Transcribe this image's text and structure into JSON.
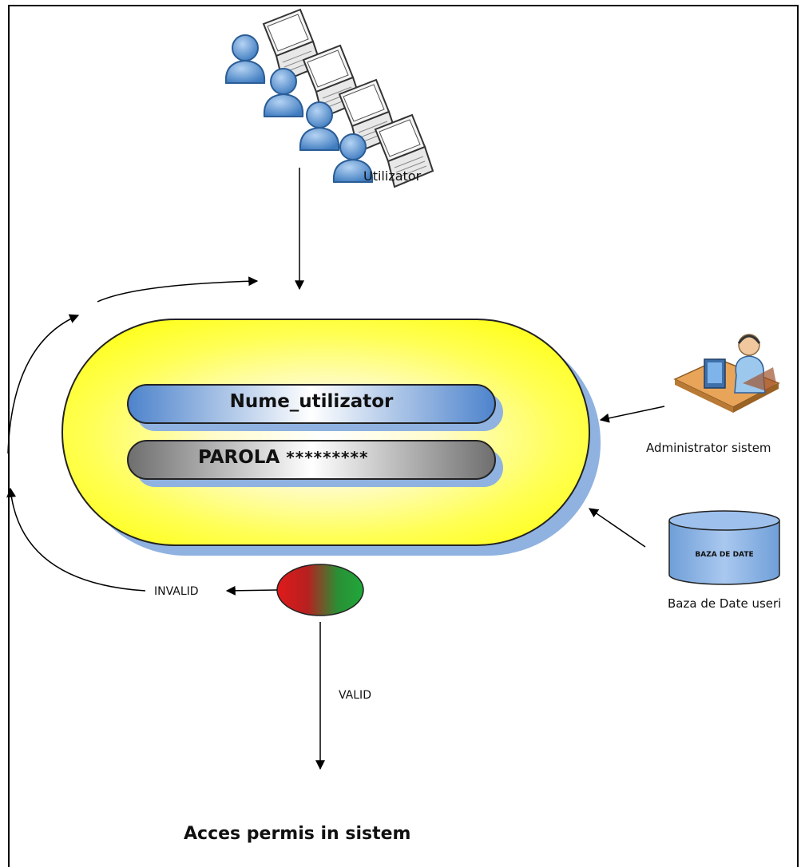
{
  "title": "Acces permis in sistem",
  "actors": {
    "users": "Utilizator",
    "admin": "Administrator sistem",
    "database": "Baza de Date useri"
  },
  "login_form": {
    "username_label": "Nume_utilizator",
    "password_label": "PAROLA",
    "password_mask": "*********"
  },
  "database_label": "BAZA DE DATE",
  "outcomes": {
    "invalid": "INVALID",
    "valid": "VALID"
  },
  "colors": {
    "capsule_yellow": "#ffff33",
    "capsule_shadow": "#8fb2e0",
    "username_bar": "#5b8fd0",
    "password_bar": "#7a7a7a",
    "decision_red": "#d42020",
    "decision_green": "#1f9a3a",
    "person_blue": "#4f8fd0",
    "database_blue": "#8ab4e6"
  },
  "icons": [
    "users-at-laptops-icon",
    "admin-at-desk-icon",
    "database-cylinder-icon",
    "decision-node-icon"
  ]
}
